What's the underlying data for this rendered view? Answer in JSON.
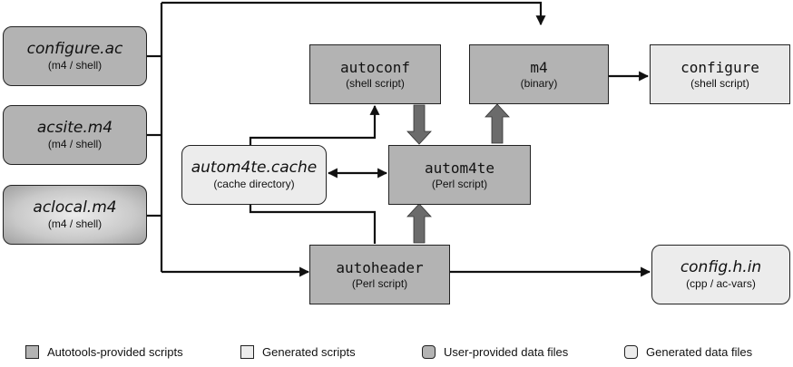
{
  "nodes": {
    "configure_ac": {
      "name": "configure.ac",
      "sub": "(m4 / shell)"
    },
    "acsite_m4": {
      "name": "acsite.m4",
      "sub": "(m4 / shell)"
    },
    "aclocal_m4": {
      "name": "aclocal.m4",
      "sub": "(m4 / shell)"
    },
    "autoconf": {
      "name": "autoconf",
      "sub": "(shell script)"
    },
    "m4": {
      "name": "m4",
      "sub": "(binary)"
    },
    "configure": {
      "name": "configure",
      "sub": "(shell script)"
    },
    "autom4te_cache": {
      "name": "autom4te.cache",
      "sub": "(cache directory)"
    },
    "autom4te": {
      "name": "autom4te",
      "sub": "(Perl script)"
    },
    "autoheader": {
      "name": "autoheader",
      "sub": "(Perl script)"
    },
    "config_h_in": {
      "name": "config.h.in",
      "sub": "(cpp / ac-vars)"
    }
  },
  "legend": {
    "autotools_scripts": "Autotools-provided scripts",
    "generated_scripts": "Generated scripts",
    "user_data_files": "User-provided data files",
    "generated_data_files": "Generated data files"
  },
  "colors": {
    "script_fill": "#b3b3b3",
    "generated_fill": "#ececec",
    "line": "#111111",
    "fat_arrow": "#6b6b6b"
  }
}
